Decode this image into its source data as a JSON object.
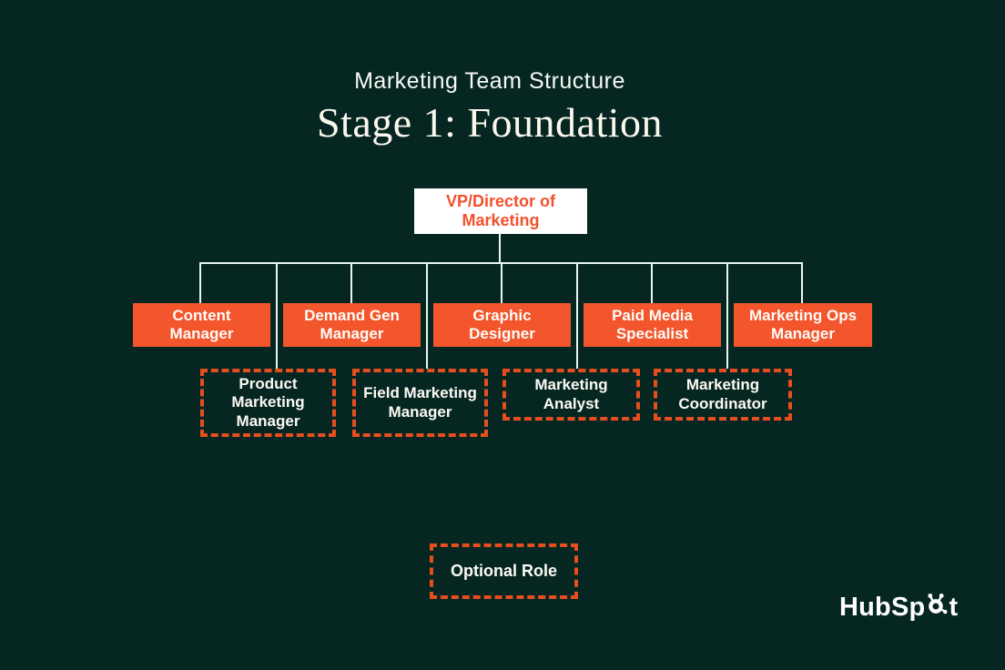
{
  "title": {
    "eyebrow": "Marketing Team Structure",
    "heading": "Stage 1: Foundation"
  },
  "org": {
    "root": {
      "label": "VP/Director of Marketing"
    },
    "managers": [
      {
        "label": "Content Manager"
      },
      {
        "label": "Demand Gen Manager"
      },
      {
        "label": "Graphic Designer"
      },
      {
        "label": "Paid Media Specialist"
      },
      {
        "label": "Marketing Ops Manager"
      }
    ],
    "optional_roles": [
      {
        "label": "Product Marketing Manager"
      },
      {
        "label": "Field Marketing Manager"
      },
      {
        "label": "Marketing Analyst"
      },
      {
        "label": "Marketing Coordinator"
      }
    ]
  },
  "legend": {
    "label": "Optional Role"
  },
  "branding": {
    "logo_left": "HubSp",
    "logo_right": "t",
    "logo_full": "HubSpot"
  },
  "colors": {
    "background": "#062621",
    "box_fill_orange": "#F3552C",
    "dashed_border_orange": "#E64E1D",
    "vp_text_orange": "#F3502C",
    "connector_line": "#E9F6F1",
    "text_white": "#FCFAF5"
  }
}
